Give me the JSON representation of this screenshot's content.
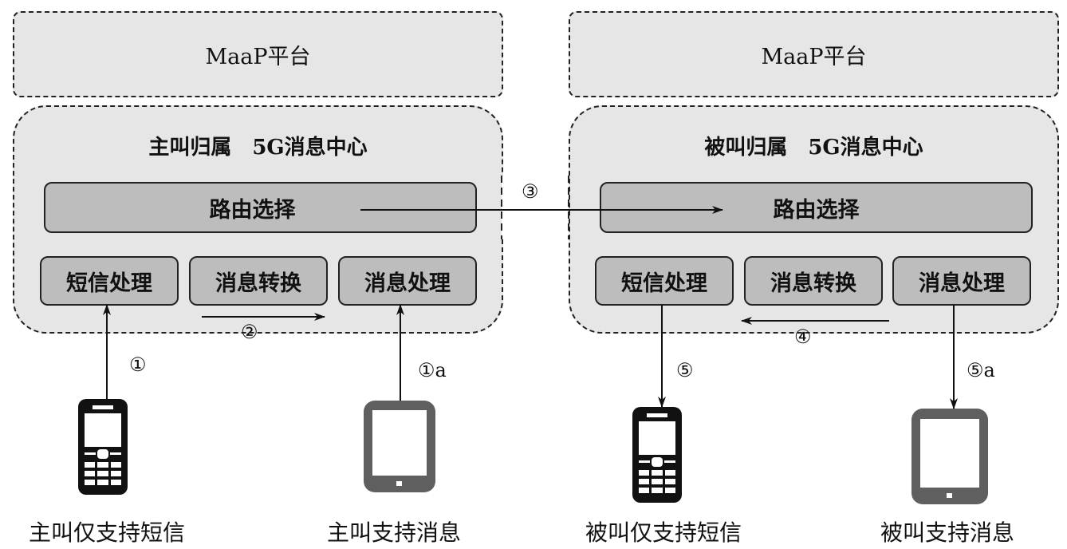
{
  "left": {
    "platform_label": "MaaP平台",
    "center_title": "主叫归属　5G消息中心",
    "routing_label": "路由选择",
    "modules": [
      "短信处理",
      "消息转换",
      "消息处理"
    ],
    "devices": [
      {
        "icon": "feature-phone-icon",
        "label": "主叫仅支持短信"
      },
      {
        "icon": "tablet-icon",
        "label": "主叫支持消息"
      }
    ]
  },
  "right": {
    "platform_label": "MaaP平台",
    "center_title": "被叫归属　5G消息中心",
    "routing_label": "路由选择",
    "modules": [
      "短信处理",
      "消息转换",
      "消息处理"
    ],
    "devices": [
      {
        "icon": "feature-phone-icon",
        "label": "被叫仅支持短信"
      },
      {
        "icon": "tablet-icon",
        "label": "被叫支持消息"
      }
    ]
  },
  "steps": {
    "s1": "①",
    "s1a": "①a",
    "s2": "②",
    "s3": "③",
    "s4": "④",
    "s5": "⑤",
    "s5a": "⑤a"
  },
  "colors": {
    "container_fill": "#e6e6e6",
    "module_fill": "#bdbdbd",
    "feature_phone": "#111111",
    "tablet": "#5f5f5f"
  }
}
